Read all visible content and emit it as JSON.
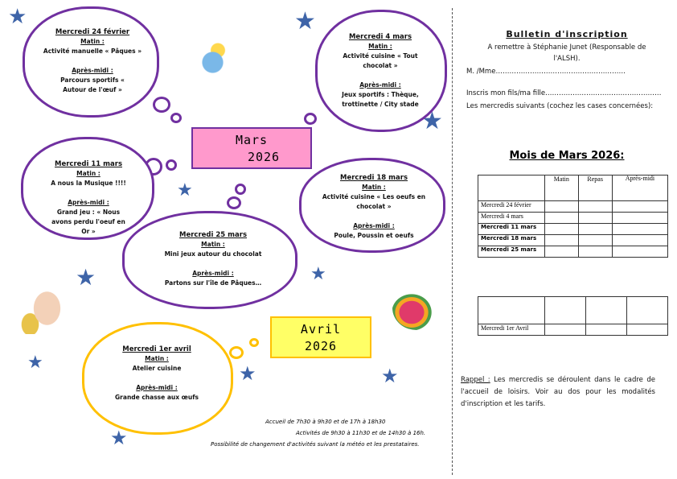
{
  "days": [
    {
      "date": "Mercredi 24 février",
      "matin_label": "Matin :",
      "matin": "Activité manuelle « Pâques »",
      "am_label": "Après-midi :",
      "am": "Parcours sportifs « Autour de l'œuf »"
    },
    {
      "date": "Mercredi 4 mars",
      "matin_label": "Matin :",
      "matin": "Activité cuisine « Tout chocolat »",
      "am_label": "Après-midi :",
      "am": "Jeux sportifs : Thèque, trottinette / City stade"
    },
    {
      "date": "Mercredi 11 mars",
      "matin_label": "Matin :",
      "matin": "A nous la Musique !!!!",
      "am_label": "Après-midi :",
      "am": "Grand jeu : « Nous avons perdu l'oeuf en Or »"
    },
    {
      "date": "Mercredi 18 mars",
      "matin_label": "Matin :",
      "matin": "Activité cuisine « Les oeufs en chocolat »",
      "am_label": "Après-midi :",
      "am": "Poule, Poussin et oeufs"
    },
    {
      "date": "Mercredi 25 mars",
      "matin_label": "Matin :",
      "matin": "Mini jeux autour du chocolat",
      "am_label": "Après-midi :",
      "am": "Partons sur l'île de Pâques…"
    },
    {
      "date": "Mercredi 1er avril",
      "matin_label": "Matin :",
      "matin": "Atelier cuisine",
      "am_label": "Après-midi :",
      "am": "Grande chasse aux œufs"
    }
  ],
  "banners": {
    "mars_month": "Mars",
    "mars_year": "2026",
    "avril_month": "Avril",
    "avril_year": "2026"
  },
  "footer": {
    "line1": "Accueil de 7h30 à 9h30 et de 17h à 18h30",
    "line2": "Activités de 9h30 à 11h30 et de 14h30 à 16h.",
    "line3": "Possibilité de changement d'activités suivant la météo et les prestataires."
  },
  "form": {
    "title": "Bulletin d'inscription",
    "remettre": "A remettre à Stéphanie Junet (Responsable de l'ALSH).",
    "parent": "M. /Mme…………………………………………………",
    "child": "Inscris mon fils/ma fille……………………………………………",
    "instructions": "Les mercredis suivants (cochez les cases concernées):",
    "month_title": "Mois de Mars 2026:",
    "headers": [
      "",
      "Matin",
      "Repas",
      "Après-midi"
    ],
    "rows": [
      "Mercredi 24 février",
      "Mercredi 4 mars",
      "Mercredi 11 mars",
      "Mercredi 18 mars",
      "Mercredi 25 mars"
    ],
    "april_row": "Mercredi 1er Avril",
    "rappel_label": "Rappel :",
    "rappel": "Les mercredis se déroulent dans le cadre de l'accueil de loisirs. Voir au dos pour les modalités d'inscription et les tarifs."
  },
  "colors": {
    "purple": "#7030a0",
    "yellow": "#ffc000",
    "pink": "#ff99cc",
    "star": "#3e64a8"
  }
}
